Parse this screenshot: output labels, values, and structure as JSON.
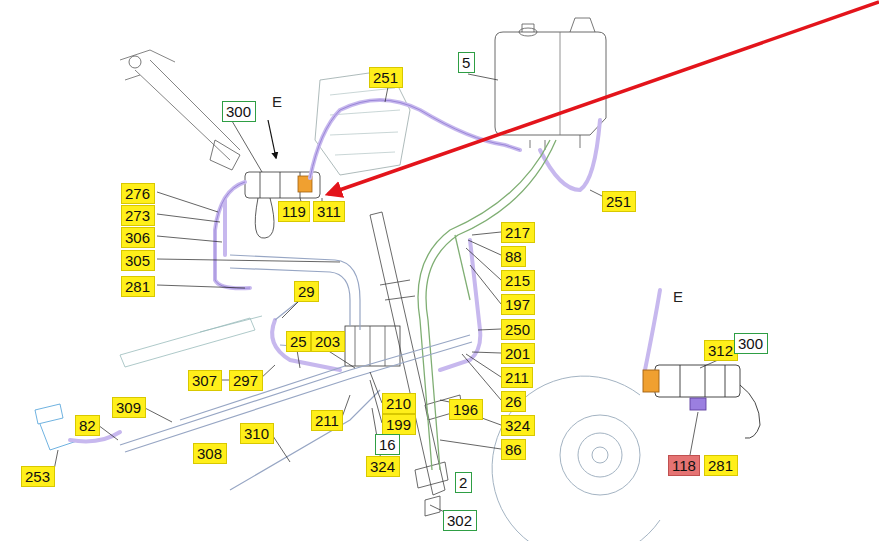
{
  "diagram": {
    "nodes": [
      {
        "text": [
          "251"
        ]
      },
      {
        "text": [
          "5"
        ]
      },
      {
        "text": [
          "300"
        ]
      },
      {
        "text": [
          "276"
        ]
      },
      {
        "text": [
          "119"
        ]
      },
      {
        "text": [
          "311"
        ]
      },
      {
        "text": [
          "251"
        ]
      },
      {
        "text": [
          "273"
        ]
      },
      {
        "text": [
          "306"
        ]
      },
      {
        "text": [
          "217"
        ]
      },
      {
        "text": [
          "305"
        ]
      },
      {
        "text": [
          "88"
        ]
      },
      {
        "text": [
          "215"
        ]
      },
      {
        "text": [
          "281"
        ]
      },
      {
        "text": [
          "29"
        ]
      },
      {
        "text": [
          "197"
        ]
      },
      {
        "text": [
          "250"
        ]
      },
      {
        "text": [
          "25"
        ]
      },
      {
        "text": [
          "203"
        ]
      },
      {
        "text": [
          "312"
        ]
      },
      {
        "text": [
          "300"
        ]
      },
      {
        "text": [
          "201"
        ]
      },
      {
        "text": [
          "307"
        ]
      },
      {
        "text": [
          "297"
        ]
      },
      {
        "text": [
          "211"
        ]
      },
      {
        "text": [
          "26"
        ]
      },
      {
        "text": [
          "309"
        ]
      },
      {
        "text": [
          "210"
        ]
      },
      {
        "text": [
          "196"
        ]
      },
      {
        "text": [
          "82"
        ]
      },
      {
        "text": [
          "211"
        ]
      },
      {
        "text": [
          "199"
        ]
      },
      {
        "text": [
          "324"
        ]
      },
      {
        "text": [
          "310"
        ]
      },
      {
        "text": [
          "16"
        ]
      },
      {
        "text": [
          "308"
        ]
      },
      {
        "text": [
          "86"
        ]
      },
      {
        "text": [
          "118"
        ]
      },
      {
        "text": [
          "324"
        ]
      },
      {
        "text": [
          "253"
        ]
      },
      {
        "text": [
          "2"
        ]
      },
      {
        "text": [
          "302"
        ]
      },
      {
        "text": [
          "281"
        ]
      }
    ],
    "labels": [
      "E",
      "E"
    ]
  }
}
